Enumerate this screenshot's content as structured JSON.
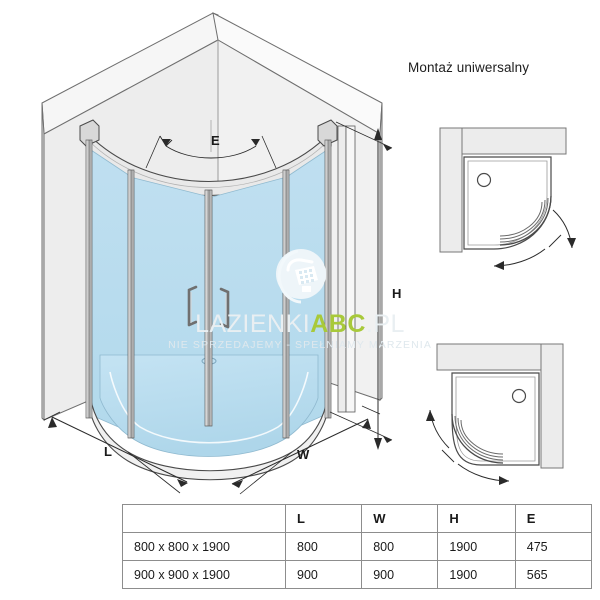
{
  "heading": {
    "text": "Montaż uniwersalny"
  },
  "main_drawing": {
    "name": "quadrant-shower-enclosure-isometric",
    "dimension_labels": {
      "arc": "E",
      "height": "H",
      "length": "L",
      "width": "W"
    },
    "colors": {
      "glass": "#b8dcee",
      "glass_light": "#cbe6f4",
      "tray": "#b5dbee",
      "wall": "#f2f2f2",
      "wall_shade": "#e4e4e4",
      "frame": "#9a9a9a",
      "outline": "#4a4a4a"
    }
  },
  "install_diagrams": [
    {
      "name": "install-plan-left-corner",
      "corner": "left",
      "drain_side": "left"
    },
    {
      "name": "install-plan-right-corner",
      "corner": "right",
      "drain_side": "right"
    }
  ],
  "watermark": {
    "brand_prefix": "LAZIENKI",
    "brand_accent": "ABC",
    "brand_suffix": ".PL",
    "tagline": "NIE SPRZEDAJEMY - SPEŁNIAMY MARZENIA",
    "accent_color": "#a8c93a",
    "text_color": "#e9eff2"
  },
  "spec_table": {
    "headers": [
      "",
      "L",
      "W",
      "H",
      "E"
    ],
    "rows": [
      {
        "name": "800 x 800 x 1900",
        "L": "800",
        "W": "800",
        "H": "1900",
        "E": "475"
      },
      {
        "name": "900 x 900 x 1900",
        "L": "900",
        "W": "900",
        "H": "1900",
        "E": "565"
      }
    ]
  }
}
